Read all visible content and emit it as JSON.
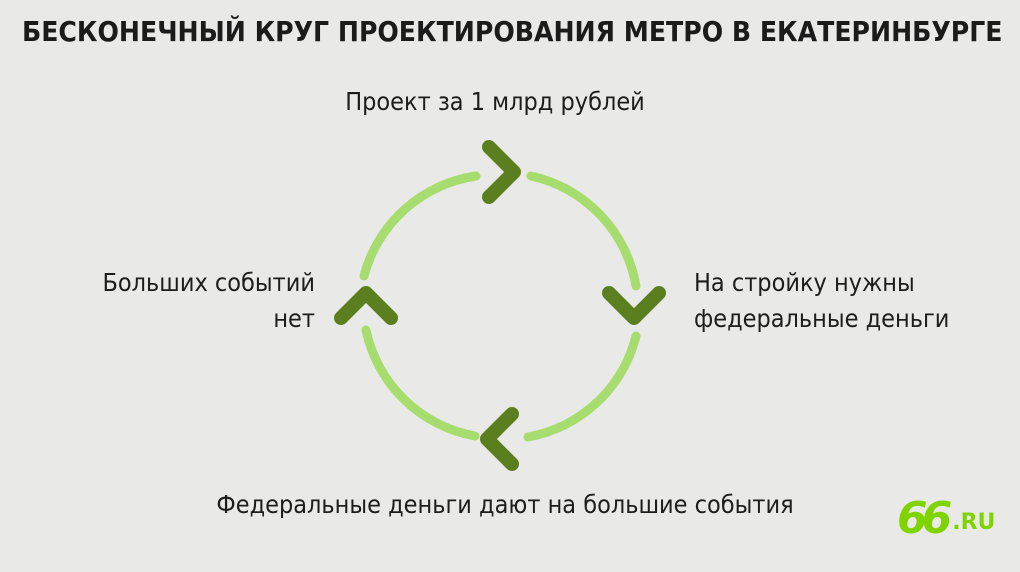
{
  "title": "БЕСКОНЕЧНЫЙ КРУГ ПРОЕКТИРОВАНИЯ МЕТРО В ЕКАТЕРИНБУРГЕ",
  "cycle": {
    "steps": [
      {
        "lines": [
          "Проект за 1 млрд рублей"
        ]
      },
      {
        "lines": [
          "На стройку нужны",
          "федеральные деньги"
        ]
      },
      {
        "lines": [
          "Федеральные деньги дают на большие события"
        ]
      },
      {
        "lines": [
          "Больших событий",
          "нет"
        ]
      }
    ],
    "ring_color": "#a6dd6e",
    "arrow_color": "#5b7f1f"
  },
  "logo": {
    "number": "66",
    "suffix": ".RU",
    "color": "#7fd400"
  }
}
